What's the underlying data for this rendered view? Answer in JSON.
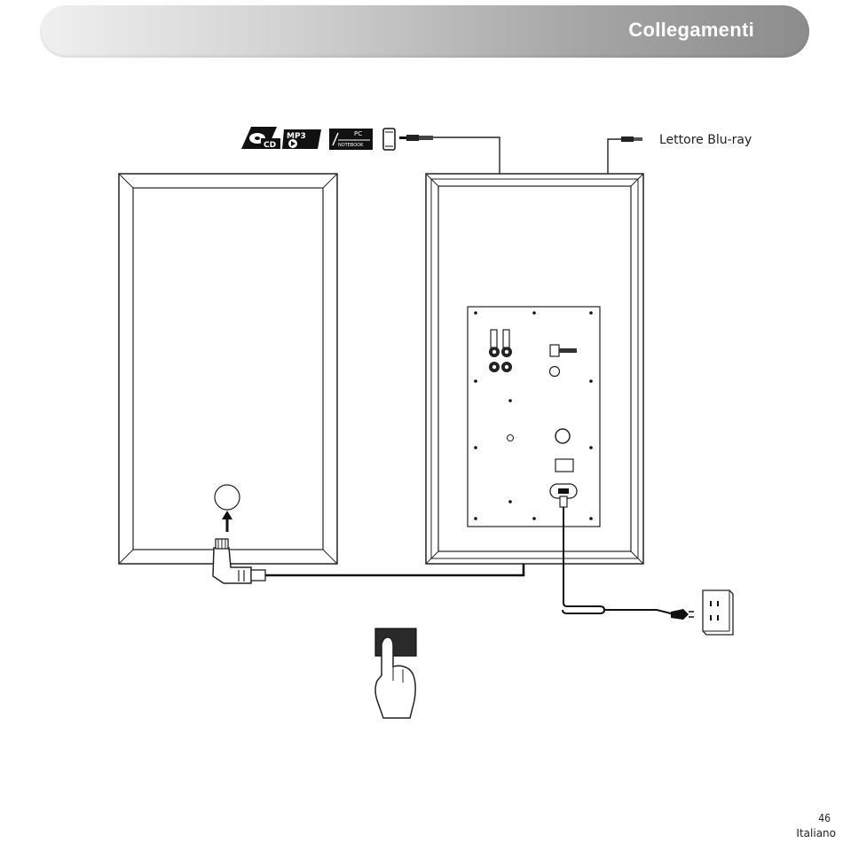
{
  "header": {
    "title": "Collegamenti"
  },
  "footer": {
    "page_number": "46",
    "language": "Italiano"
  },
  "sources": {
    "cd_badge": "CD",
    "mp3_badge": "MP3",
    "pc_badge_top": "PC",
    "pc_badge_bottom": "NOTEBOOK"
  },
  "labels": {
    "bluray": "Lettore Blu-ray"
  }
}
